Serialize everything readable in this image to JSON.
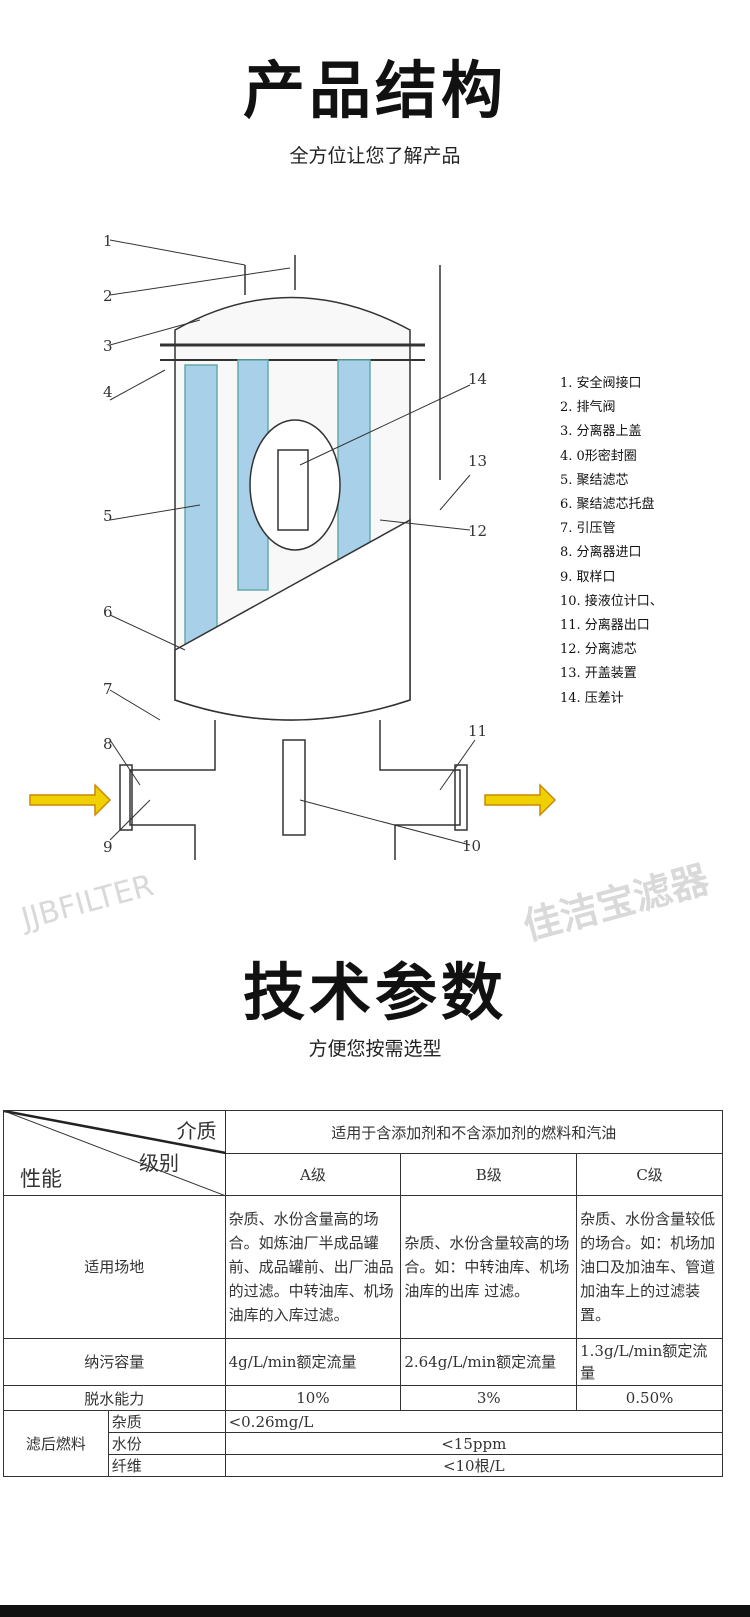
{
  "structure": {
    "title": "产品结构",
    "subtitle": "全方位让您了解产品"
  },
  "diagram": {
    "callouts": [
      "1",
      "2",
      "3",
      "4",
      "5",
      "6",
      "7",
      "8",
      "9",
      "10",
      "11",
      "12",
      "13",
      "14"
    ],
    "legend": [
      "1.  安全阀接口",
      "2.  排气阀",
      "3.  分离器上盖",
      "4.  0形密封圈",
      "5.  聚结滤芯",
      "6.  聚结滤芯托盘",
      "7.  引压管",
      "8.  分离器进口",
      "9.  取样口",
      "10.  接液位计口、",
      "11.  分离器出口",
      "12.  分离滤芯",
      "13.  开盖装置",
      "14.  压差计"
    ]
  },
  "watermark": {
    "brand": "佳洁宝滤器",
    "en": "JJBFILTER"
  },
  "params": {
    "title": "技术参数",
    "subtitle": "方便您按需选型"
  },
  "table": {
    "corner": {
      "medium": "介质",
      "grade": "级别",
      "perf": "性能"
    },
    "medium_value": "适用于含添加剂和不含添加剂的燃料和汽油",
    "grades": [
      "A级",
      "B级",
      "C级"
    ],
    "rows": [
      {
        "label": "适用场地",
        "values": [
          "杂质、水份含量高的场合。如炼油厂半成品罐前、成品罐前、出厂油品的过滤。中转油库、机场油库的入库过滤。",
          "杂质、水份含量较高的场合。如：中转油库、机场油库的出库 过滤。",
          "杂质、水份含量较低的场合。如：机场加油口及加油车、管道加油车上的过滤装置。"
        ]
      },
      {
        "label": "纳污容量",
        "values": [
          "4g/L/min额定流量",
          "2.64g/L/min额定流量",
          "1.3g/L/min额定流量"
        ]
      },
      {
        "label": "脱水能力",
        "values": [
          "10%",
          "3%",
          "0.50%"
        ]
      }
    ],
    "after": {
      "label": "滤后燃料",
      "items": [
        {
          "k": "杂质",
          "v": "<0.26mg/L"
        },
        {
          "k": "水份",
          "v": "<15ppm"
        },
        {
          "k": "纤维",
          "v": "<10根/L"
        }
      ]
    }
  }
}
